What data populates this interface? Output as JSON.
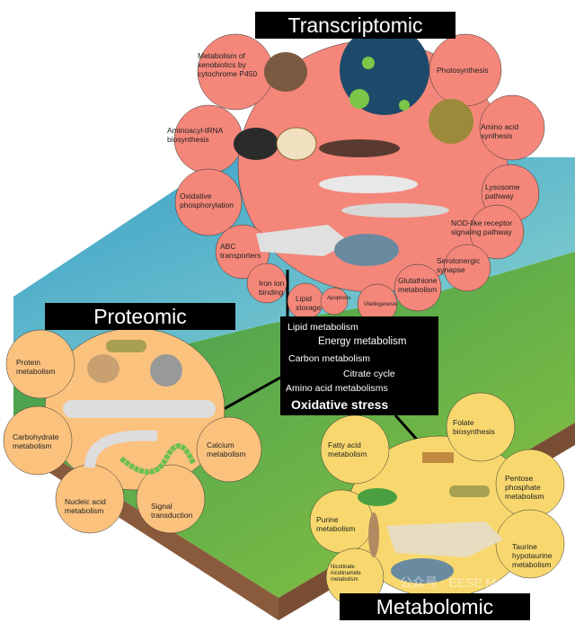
{
  "colors": {
    "transcriptomic": "#f4877a",
    "proteomic": "#fbc27e",
    "metabolomic": "#f8d86e",
    "water": "#4fb6c9",
    "land": "#5aa64a",
    "soil": "#8a5a3c"
  },
  "transcriptomic": {
    "title": "Transcriptomic",
    "labels": [
      "Metabolism of xenobiotics by cytochrome P450",
      "Photosynthesis",
      "Aminoacyl-tRNA biosynthesis",
      "Amino acid synthesis",
      "Oxidative phosphorylation",
      "Lysosome pathway",
      "NOD-like receptor signaling pathway",
      "ABC transporters",
      "Serotonergic synapse",
      "Iron ion binding",
      "Glutathione metabolism",
      "Lipid storage",
      "Apoptosis",
      "Vitellogenesis"
    ]
  },
  "proteomic": {
    "title": "Proteomic",
    "labels": [
      "Protein metabolism",
      "Carbohydrate metabolism",
      "Calcium metabolism",
      "Nucleic acid metabolism",
      "Signal transduction"
    ]
  },
  "metabolomic": {
    "title": "Metabolomic",
    "labels": [
      "Folate biosynthesis",
      "Fatty acid metabolism",
      "Pentose phosphate metabolism",
      "Purine metabolism",
      "Taurine hypotaurine metabolism",
      "Nicotinate nicotinamide metabolism"
    ]
  },
  "shared": [
    "Lipid metabolism",
    "Energy metabolism",
    "Carbon metabolism",
    "Citrate cycle",
    "Amino acid metabolisms",
    "Oxidative stress"
  ],
  "watermark": "公众号 · EESE Mess"
}
